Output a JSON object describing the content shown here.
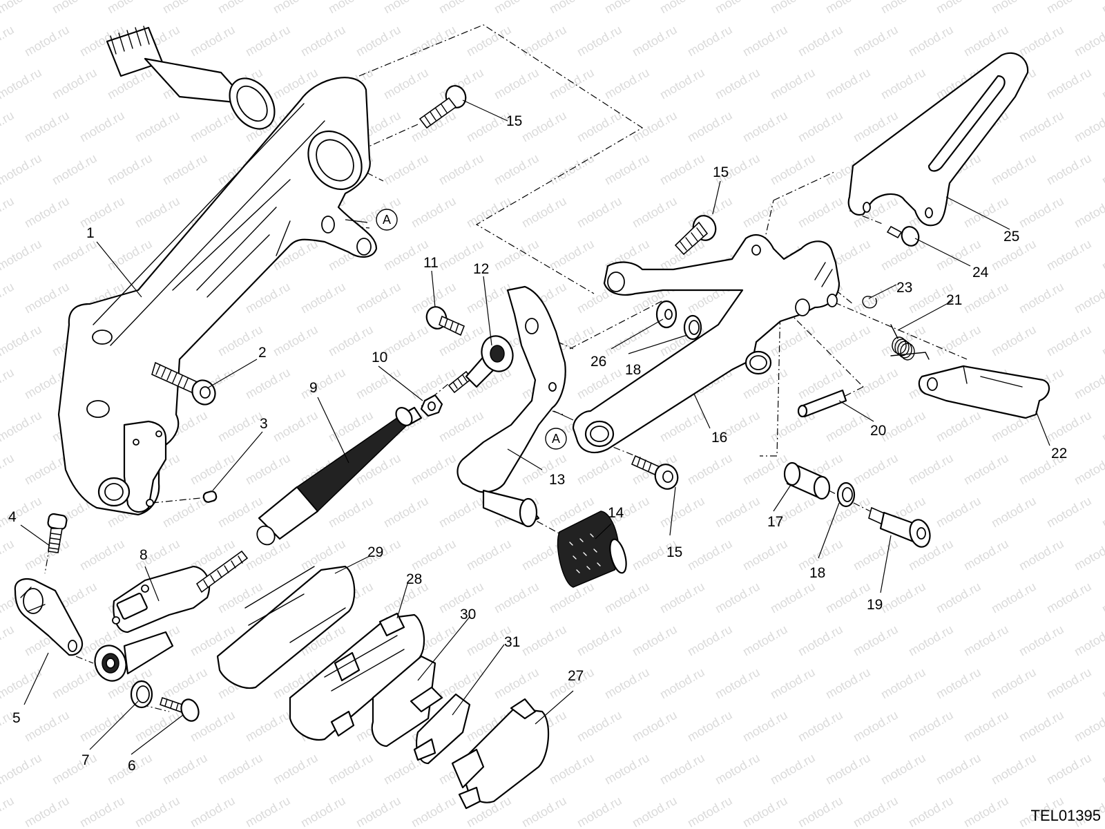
{
  "watermark": "motod.ru",
  "drawing_code": "TEL01395",
  "reference_marker": "A",
  "callouts": [
    {
      "id": "1",
      "label": "1"
    },
    {
      "id": "2",
      "label": "2"
    },
    {
      "id": "3",
      "label": "3"
    },
    {
      "id": "4",
      "label": "4"
    },
    {
      "id": "5",
      "label": "5"
    },
    {
      "id": "6",
      "label": "6"
    },
    {
      "id": "7",
      "label": "7"
    },
    {
      "id": "8",
      "label": "8"
    },
    {
      "id": "9",
      "label": "9"
    },
    {
      "id": "10",
      "label": "10"
    },
    {
      "id": "11",
      "label": "11"
    },
    {
      "id": "12",
      "label": "12"
    },
    {
      "id": "13",
      "label": "13"
    },
    {
      "id": "14",
      "label": "14"
    },
    {
      "id": "15a",
      "label": "15"
    },
    {
      "id": "15b",
      "label": "15"
    },
    {
      "id": "15c",
      "label": "15"
    },
    {
      "id": "16",
      "label": "16"
    },
    {
      "id": "17",
      "label": "17"
    },
    {
      "id": "18a",
      "label": "18"
    },
    {
      "id": "18b",
      "label": "18"
    },
    {
      "id": "19",
      "label": "19"
    },
    {
      "id": "20",
      "label": "20"
    },
    {
      "id": "21",
      "label": "21"
    },
    {
      "id": "22",
      "label": "22"
    },
    {
      "id": "23",
      "label": "23"
    },
    {
      "id": "24",
      "label": "24"
    },
    {
      "id": "25",
      "label": "25"
    },
    {
      "id": "26",
      "label": "26"
    },
    {
      "id": "27",
      "label": "27"
    },
    {
      "id": "28",
      "label": "28"
    },
    {
      "id": "29",
      "label": "29"
    },
    {
      "id": "30",
      "label": "30"
    },
    {
      "id": "31",
      "label": "31"
    }
  ]
}
